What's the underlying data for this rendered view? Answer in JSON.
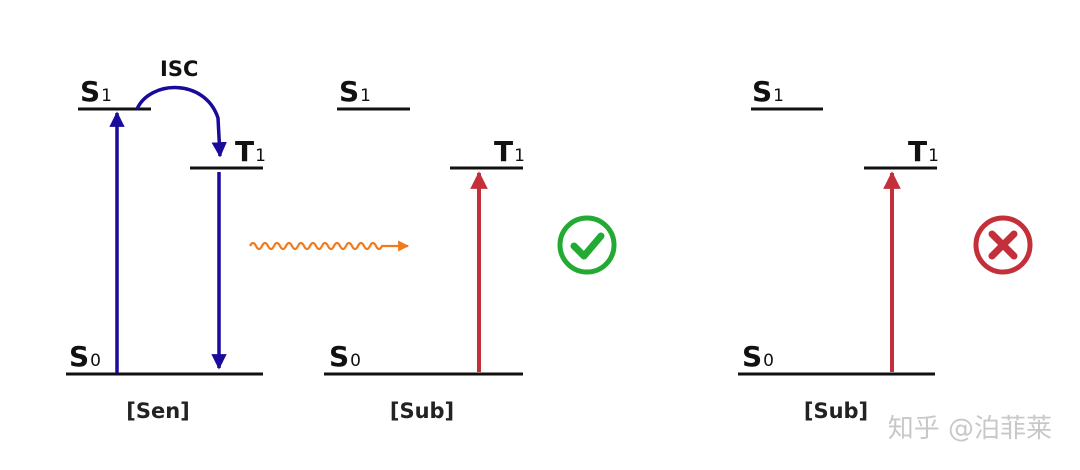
{
  "sensitizer": {
    "caption": "[Sen]",
    "s1_label": "S",
    "s1_sub": "1",
    "t1_label": "T",
    "t1_sub": "1",
    "s0_label": "S",
    "s0_sub": "0",
    "isc_label": "ISC"
  },
  "substrate_ok": {
    "caption": "[Sub]",
    "s1_label": "S",
    "s1_sub": "1",
    "t1_label": "T",
    "t1_sub": "1",
    "s0_label": "S",
    "s0_sub": "0"
  },
  "substrate_bad": {
    "caption": "[Sub]",
    "s1_label": "S",
    "s1_sub": "1",
    "t1_label": "T",
    "t1_sub": "1",
    "s0_label": "S",
    "s0_sub": "0"
  },
  "watermark": "知乎 @泊菲莱",
  "colors": {
    "sensitizer_arrow": "#1a0a9a",
    "substrate_arrow": "#c4303a",
    "energy_transfer": "#f07a1c",
    "check": "#22aa33",
    "cross": "#c4303a",
    "level_line": "#111111"
  },
  "icons": {
    "success": "check-circle-icon",
    "failure": "cross-circle-icon"
  }
}
